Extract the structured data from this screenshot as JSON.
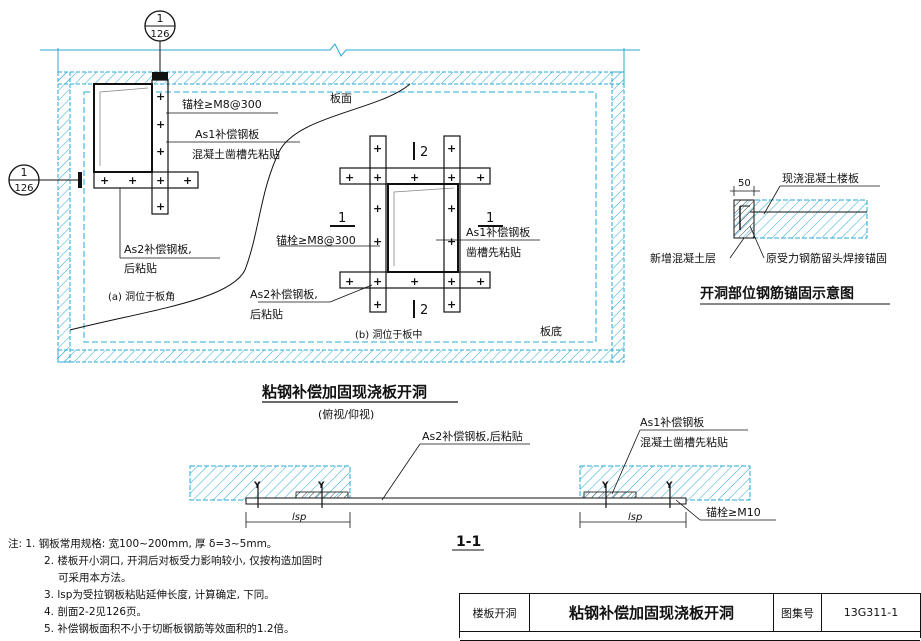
{
  "drawing": {
    "section_mark_top": {
      "num": "1",
      "ref": "126"
    },
    "section_mark_left": {
      "num": "1",
      "ref": "126"
    },
    "labels": {
      "board_top": "板面",
      "board_bottom": "板底",
      "anchor_a": "锚栓≥M8@300",
      "as1_a_line1": "As1补偿钢板",
      "as1_a_line2": "混凝土凿槽先粘贴",
      "as2_a_line1": "As2补偿钢板,",
      "as2_a_line2": "后粘贴",
      "caption_a": "(a) 洞位于板角",
      "anchor_b": "锚栓≥M8@300",
      "as1_b_line1": "As1补偿钢板",
      "as1_b_line2": "凿槽先粘贴",
      "as2_b_line1": "As2补偿钢板,",
      "as2_b_line2": "后粘贴",
      "caption_b": "(b) 洞位于板中",
      "cut_1": "1",
      "cut_2": "2"
    },
    "detail": {
      "dim_50": "50",
      "new_slab": "现浇混凝土楼板",
      "new_layer": "新增混凝土层",
      "rebar_note": "原受力钢筋留头焊接锚固",
      "title": "开洞部位钢筋锚固示意图"
    },
    "main_title": "粘钢补偿加固现浇板开洞",
    "sub_title": "(俯视/仰视)",
    "section": {
      "as2_label": "As2补偿钢板,后粘贴",
      "as1_line1": "As1补偿钢板",
      "as1_line2": "混凝土凿槽先粘贴",
      "anchor": "锚栓≥M10",
      "lsp": "lsp",
      "title": "1-1"
    }
  },
  "notes": [
    "注: 1. 钢板常用规格: 宽100~200mm, 厚 δ=3~5mm。",
    "2. 楼板开小洞口, 开洞后对板受力影响较小, 仅按构造加固时",
    "可采用本方法。",
    "3. lsp为受拉钢板粘贴延伸长度, 计算确定, 下同。",
    "4. 剖面2-2见126页。",
    "5. 补偿钢板面积不小于切断板钢筋等效面积的1.2倍。"
  ],
  "titleblock": {
    "label": "楼板开洞",
    "title": "粘钢补偿加固现浇板开洞",
    "atlas_label": "图集号",
    "atlas_no": "13G311-1"
  }
}
